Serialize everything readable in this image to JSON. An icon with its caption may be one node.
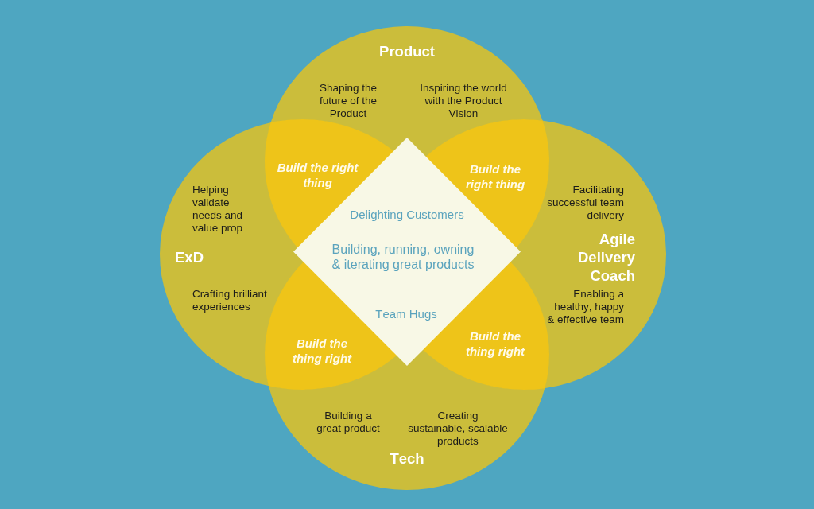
{
  "diagram": {
    "nodes": [
      {
        "text": [
          "Product",
          "Shaping the future of the Product",
          "Inspiring the world with the Product Vision"
        ]
      },
      {
        "text": [
          "Helping validate needs and value prop",
          "ExD",
          "Crafting brilliant experiences"
        ]
      },
      {
        "text": [
          "Facilitating successful team delivery",
          "Agile Delivery Coach",
          "Enabling a healthy, happy & effective team"
        ]
      },
      {
        "text": [
          "Building a great product",
          "Creating sustainable, scalable products",
          "Tech"
        ]
      },
      {
        "text": [
          "Build the right thing"
        ]
      },
      {
        "text": [
          "Build the right thing"
        ]
      },
      {
        "text": [
          "Delighting Customers",
          "Building, running, owning & iterating great products",
          "Team Hugs"
        ]
      },
      {
        "text": [
          "Build the thing right"
        ]
      },
      {
        "text": [
          "Build the thing right"
        ]
      }
    ]
  }
}
